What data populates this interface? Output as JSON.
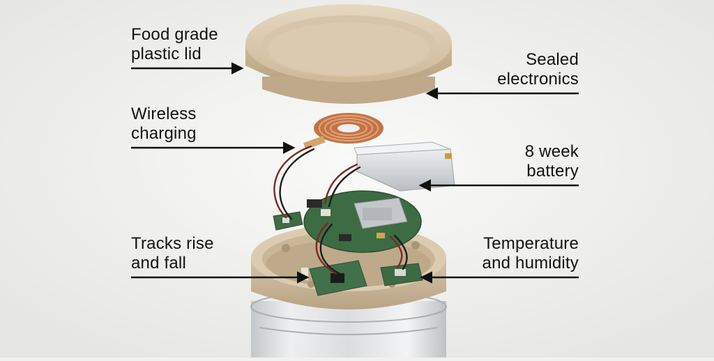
{
  "labels": {
    "lid": {
      "line1": "Food grade",
      "line2": "plastic lid"
    },
    "sealed": {
      "line1": "Sealed",
      "line2": "electronics"
    },
    "wireless": {
      "line1": "Wireless",
      "line2": "charging"
    },
    "battery": {
      "line1": "8 week",
      "line2": "battery"
    },
    "tracks": {
      "line1": "Tracks rise",
      "line2": "and fall"
    },
    "temperature": {
      "line1": "Temperature",
      "line2": "and humidity"
    }
  },
  "colors": {
    "background": "#f1f1f0",
    "text": "#121212",
    "arrow": "#111111",
    "lid": "#d9c8ae",
    "pcb": "#3f6b45",
    "copper": "#c9794a",
    "battery": "#cfd2d6",
    "glass": "#c7ccd0"
  },
  "icons": {
    "arrow": "arrow-right-icon"
  }
}
